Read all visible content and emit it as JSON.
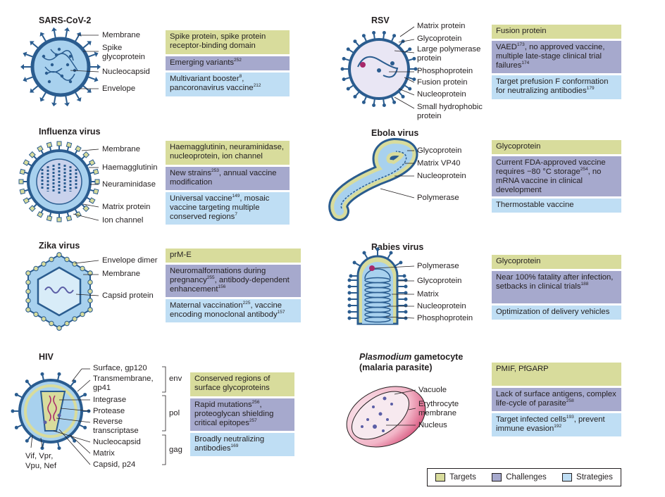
{
  "colors": {
    "target": "#d8dc9c",
    "challenge": "#a6a9cd",
    "strategy": "#bfdef4",
    "virus_blue": "#2a5c8f",
    "virus_light": "#a8d1ee"
  },
  "legend": {
    "targets": "Targets",
    "challenges": "Challenges",
    "strategies": "Strategies"
  },
  "sars": {
    "title": "SARS-CoV-2",
    "labels": [
      "Membrane",
      "Spike",
      "glycoprotein",
      "Nucleocapsid",
      "Envelope"
    ],
    "target": "Spike protein, spike protein receptor-binding domain",
    "challenge": "Emerging variants",
    "challenge_ref": "252",
    "strategy_a": "Multivariant booster",
    "strategy_ref_a": "8",
    "strategy_b": ", pancoronavirus vaccine",
    "strategy_ref_b": "212"
  },
  "rsv": {
    "title": "RSV",
    "labels": [
      "Matrix protein",
      "Glycoprotein",
      "Large polymerase",
      "protein",
      "Phosphoprotein",
      "Fusion protein",
      "Nucleoprotein",
      "Small hydrophobic",
      "protein"
    ],
    "target": "Fusion protein",
    "challenge_a": "VAED",
    "challenge_ref_a": "173",
    "challenge_b": ", no approved vaccine, multiple late-stage clinical trial failures",
    "challenge_ref_b": "174",
    "strategy": "Target prefusion F conformation for neutralizing antibodies",
    "strategy_ref": "179"
  },
  "flu": {
    "title": "Influenza virus",
    "labels": [
      "Membrane",
      "Haemagglutinin",
      "Neuraminidase",
      "Matrix protein",
      "Ion channel"
    ],
    "target": "Haemagglutinin, neuraminidase, nucleoprotein, ion channel",
    "challenge_a": "New strains",
    "challenge_ref_a": "253",
    "challenge_b": ", annual vaccine modification",
    "strategy_a": "Universal vaccine",
    "strategy_ref_a": "149",
    "strategy_b": ", mosaic vaccine targeting multiple conserved regions",
    "strategy_ref_b": "7"
  },
  "ebola": {
    "title": "Ebola virus",
    "labels": [
      "Glycoprotein",
      "Matrix VP40",
      "Nucleoprotein",
      "Polymerase"
    ],
    "target": "Glycoprotein",
    "challenge_a": "Current FDA-approved vaccine requires −80 °C storage",
    "challenge_ref_a": "254",
    "challenge_b": ", no mRNA vaccine in clinical development",
    "strategy": "Thermostable vaccine"
  },
  "zika": {
    "title": "Zika virus",
    "labels": [
      "Envelope dimer",
      "Membrane",
      "Capsid protein"
    ],
    "target": "prM-E",
    "challenge_a": "Neuromalformations during pregnancy",
    "challenge_ref_a": "255",
    "challenge_b": ", antibody-dependent enhancement",
    "challenge_ref_b": "156",
    "strategy_a": "Maternal vaccination",
    "strategy_ref_a": "225",
    "strategy_b": ", vaccine encoding monoclonal antibody",
    "strategy_ref_b": "157"
  },
  "rabies": {
    "title": "Rabies virus",
    "labels": [
      "Polymerase",
      "Glycoprotein",
      "Matrix",
      "Nucleoprotein",
      "Phosphoprotein"
    ],
    "target": "Glycoprotein",
    "challenge": "Near 100% fatality after infection, setbacks in clinical trials",
    "challenge_ref": "188",
    "strategy": "Optimization of delivery vehicles"
  },
  "hiv": {
    "title": "HIV",
    "labels": [
      "Surface, gp120",
      "Transmembrane,",
      "gp41",
      "Integrase",
      "Protease",
      "Reverse",
      "transcriptase",
      "Nucleocapsid",
      "Matrix",
      "Capsid, p24",
      "Vif, Vpr,",
      "Vpu, Nef"
    ],
    "genes": [
      "env",
      "pol",
      "gag"
    ],
    "target": "Conserved regions of surface glycoproteins",
    "challenge_a": "Rapid mutations",
    "challenge_ref_a": "256",
    "challenge_b": ", proteoglycan shielding critical epitopes",
    "challenge_ref_b": "257",
    "strategy": "Broadly neutralizing antibodies",
    "strategy_ref": "169"
  },
  "plasmodium": {
    "title_ital": "Plasmodium",
    "title_rest": " gametocyte",
    "title_line2": "(malaria parasite)",
    "labels": [
      "Vacuole",
      "Erythrocyte",
      "membrane",
      "Nucleus"
    ],
    "target": "PMIF, PfGARP",
    "challenge": "Lack of surface antigens, complex life-cycle of parasite",
    "challenge_ref": "258",
    "strategy_a": "Target infected cells",
    "strategy_ref_a": "193",
    "strategy_b": ", prevent immune evasion",
    "strategy_ref_b": "192"
  }
}
